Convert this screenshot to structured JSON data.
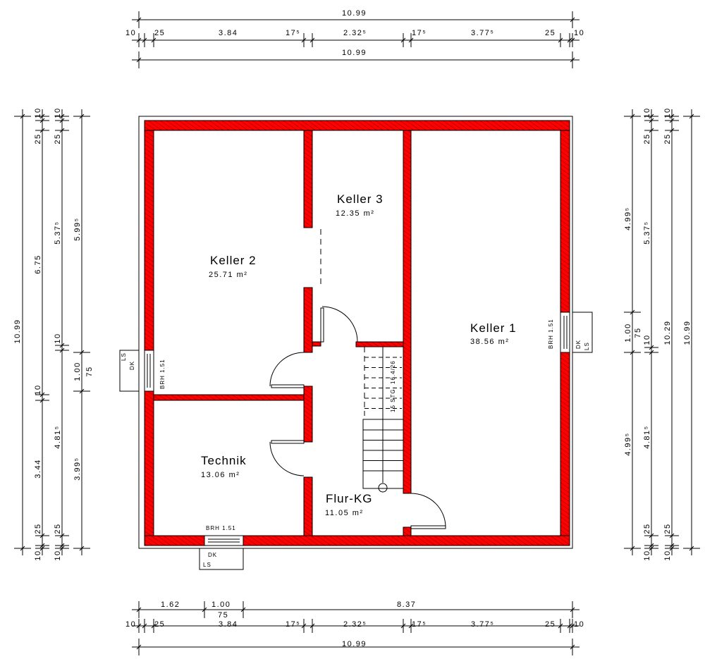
{
  "colors": {
    "wall": "#ff0000",
    "hatch": "#7a0000",
    "line": "#000000"
  },
  "rooms": [
    {
      "name": "Keller 3",
      "area": "12.35 m²"
    },
    {
      "name": "Keller 2",
      "area": "25.71 m²"
    },
    {
      "name": "Keller 1",
      "area": "38.56 m²"
    },
    {
      "name": "Technik",
      "area": "13.06 m²"
    },
    {
      "name": "Flur-KG",
      "area": "11.05 m²"
    }
  ],
  "stair": {
    "label": "15 STG. 16.4/26"
  },
  "windows": {
    "left": {
      "sill": "BRH 1.51",
      "type1": "LS",
      "type2": "DK"
    },
    "right": {
      "sill": "BRH 1.51",
      "type1": "DK",
      "type2": "LS"
    },
    "bottom": {
      "sill": "BRH 1.51",
      "type1": "DK",
      "type2": "LS"
    }
  },
  "dimensions": {
    "top": {
      "total_outer": "10.99",
      "chain": [
        "10",
        "25",
        "3.84",
        "17⁵",
        "2.32⁵",
        "17⁵",
        "3.77⁵",
        "25",
        "10"
      ],
      "total_inner": "10.99"
    },
    "bottom": {
      "openings": [
        "1.62",
        "1.00",
        "8.37"
      ],
      "opening_height": "75",
      "chain": [
        "10",
        "25",
        "3.84",
        "17⁵",
        "2.32⁵",
        "17⁵",
        "3.77⁵",
        "25",
        "10"
      ],
      "total": "10.99"
    },
    "left": {
      "total": "10.99",
      "col2": [
        "10",
        "25",
        "6.75",
        "10",
        "3.44",
        "25",
        "10"
      ],
      "col3": [
        "10",
        "25",
        "5.37⁵",
        "10",
        "4.81⁵",
        "25",
        "10"
      ],
      "col4": [
        "5.99⁵",
        "1.00",
        "75",
        "3.99⁵"
      ]
    },
    "right": {
      "col1": [
        "4.99⁵",
        "1.00",
        "75",
        "4.99⁵"
      ],
      "col2": [
        "10",
        "25",
        "5.37⁵",
        "10",
        "4.81⁵",
        "25",
        "10"
      ],
      "col3": [
        "10",
        "25",
        "10.29",
        "25",
        "10"
      ],
      "total": "10.99"
    }
  }
}
